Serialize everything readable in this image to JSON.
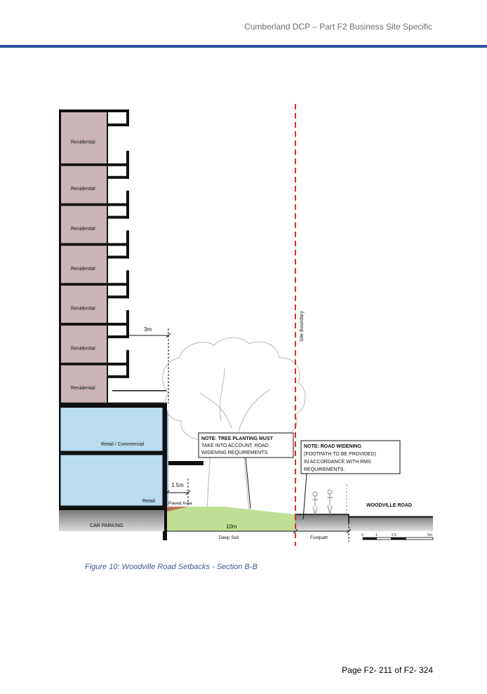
{
  "header": {
    "title": "Cumberland DCP – Part F2 Business Site Specific"
  },
  "figure": {
    "residential_labels": [
      "Residential",
      "Residential",
      "Residential",
      "Residential",
      "Residential",
      "Residential",
      "Residential"
    ],
    "retail_commercial": "Retail  / Commercial",
    "retail": "Retail",
    "car_parking": "CAR PARKING",
    "paved_area": "Paved Area",
    "dim_3m": "3m",
    "dim_1_5m": "1.5m",
    "dim_10m": "10m",
    "deep_soil": "Deep Soil",
    "footpath": "Footpath",
    "site_boundary": "Site Boundary",
    "road_name": "WOODVILLE  ROAD",
    "note1": [
      "NOTE: TREE PLANTING MUST",
      "TAKE INTO ACCOUNT. ROAD",
      "WIDENING REQUIREMENTS."
    ],
    "note2": [
      "NOTE: ROAD WIDENING",
      "(FOOTPATH TO BE PROVIDED)",
      "IN ACCORDANCE WITH RMS",
      "REQUIREMENTS."
    ],
    "scale": [
      "0",
      "1",
      "2.5",
      "5m"
    ],
    "colors": {
      "residential": "#ccb5b6",
      "retail": "#b9dcf0",
      "soil": "#c0df94",
      "paved": "#b97355",
      "boundary": "#e0282b"
    }
  },
  "caption": "Figure 10: Woodville Road Setbacks - Section B-B",
  "footer": {
    "page": "Page F2- 211 of F2- 324"
  }
}
